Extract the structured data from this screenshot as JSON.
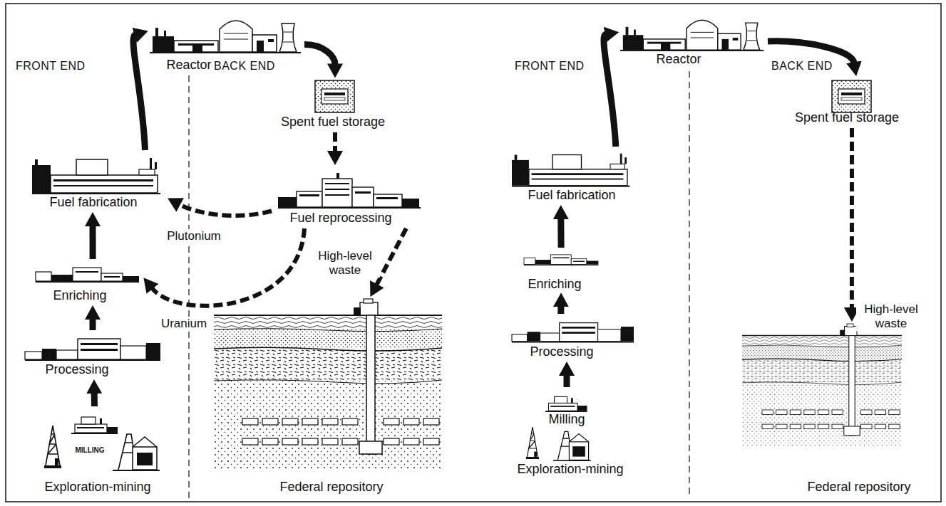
{
  "diagram": {
    "nodes": [
      {
        "text": [
          "Reactor"
        ]
      },
      {
        "text": [
          "Spent fuel storage"
        ]
      },
      {
        "text": [
          "Fuel fabrication"
        ]
      },
      {
        "text": [
          "Fuel reprocessing"
        ]
      },
      {
        "text": [
          "Enriching"
        ]
      },
      {
        "text": [
          "Processing"
        ]
      },
      {
        "text": [
          "MILLING"
        ]
      },
      {
        "text": [
          "Exploration-mining"
        ]
      },
      {
        "text": [
          "Federal repository"
        ]
      },
      {
        "text": [
          "Reactor"
        ]
      },
      {
        "text": [
          "Spent fuel storage"
        ]
      },
      {
        "text": [
          "Fuel fabrication"
        ]
      },
      {
        "text": [
          "Enriching"
        ]
      },
      {
        "text": [
          "Processing"
        ]
      },
      {
        "text": [
          "Milling"
        ]
      },
      {
        "text": [
          "Exploration-mining"
        ]
      },
      {
        "text": [
          "Federal repository"
        ]
      }
    ],
    "edges": [
      {
        "from": 6,
        "to": 5,
        "arrow": "to"
      },
      {
        "from": 5,
        "to": 4,
        "arrow": "to"
      },
      {
        "from": 4,
        "to": 2,
        "arrow": "to"
      },
      {
        "from": 2,
        "to": 0,
        "arrow": "to"
      },
      {
        "from": 0,
        "to": 1,
        "arrow": "to"
      },
      {
        "from": 1,
        "to": 3,
        "arrow": "to"
      },
      {
        "from": 3,
        "to": 2,
        "label": "Plutonium",
        "arrow": "to"
      },
      {
        "from": 3,
        "to": 4,
        "label": "Uranium",
        "arrow": "to"
      },
      {
        "from": 3,
        "to": 8,
        "label": "High-level waste",
        "arrow": "to"
      },
      {
        "from": 14,
        "to": 13,
        "arrow": "to"
      },
      {
        "from": 13,
        "to": 12,
        "arrow": "to"
      },
      {
        "from": 12,
        "to": 11,
        "arrow": "to"
      },
      {
        "from": 11,
        "to": 9,
        "arrow": "to"
      },
      {
        "from": 9,
        "to": 10,
        "arrow": "to"
      },
      {
        "from": 10,
        "to": 16,
        "label": "High-level waste",
        "arrow": "to"
      }
    ],
    "labels": [
      "FRONT END",
      "BACK END",
      "FRONT END",
      "BACK END"
    ]
  }
}
